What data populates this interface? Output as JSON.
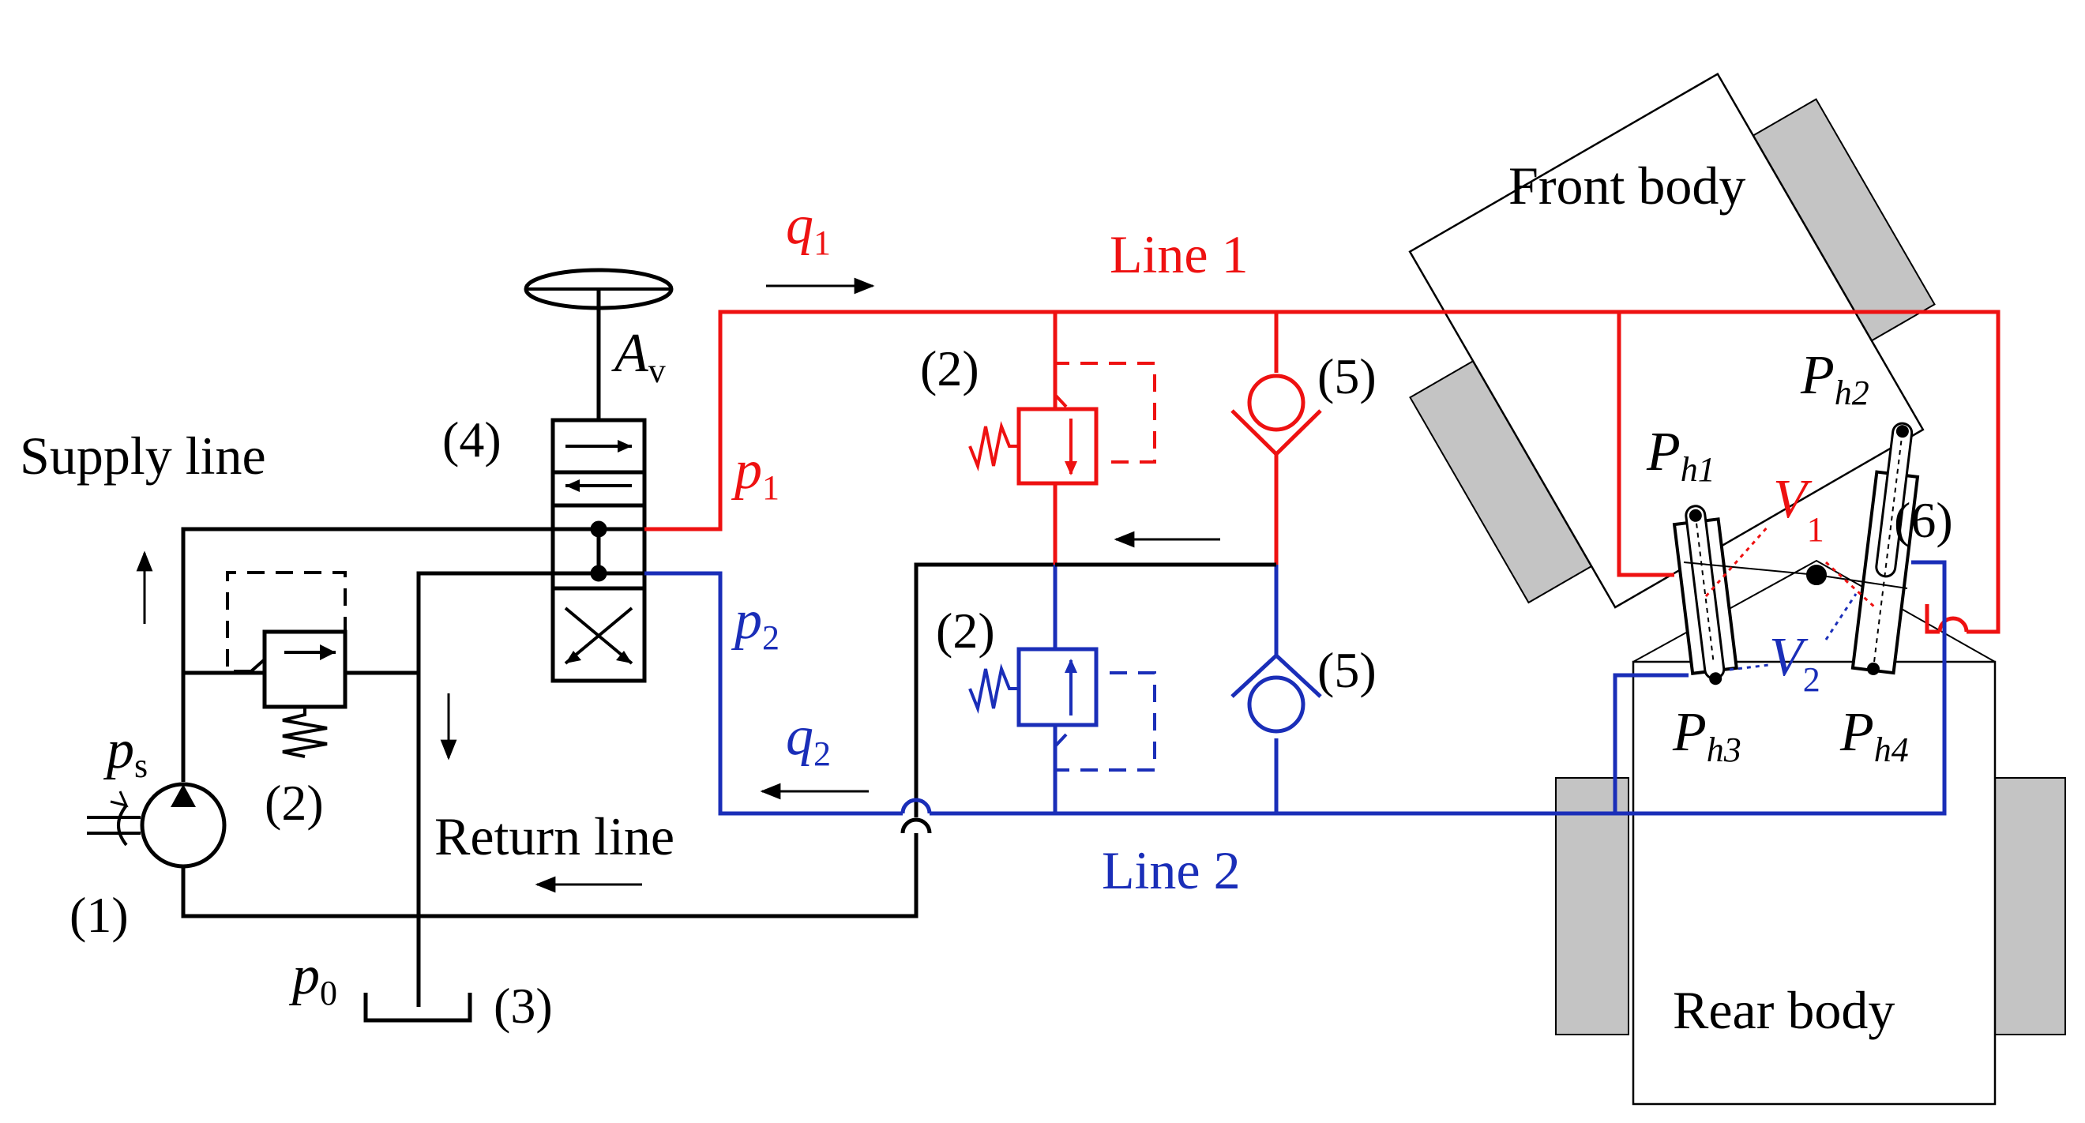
{
  "colors": {
    "line1": "#ee1111",
    "line2": "#1a2eb8",
    "neutral": "#000000",
    "wheel": "#c4c4c4"
  },
  "labels": {
    "supply_line": "Supply line",
    "return_line": "Return line",
    "line1": "Line 1",
    "line2": "Line 2",
    "front_body": "Front body",
    "rear_body": "Rear body"
  },
  "components": {
    "pump": "(1)",
    "relief_supply": "(2)",
    "relief_line1": "(2)",
    "relief_line2": "(2)",
    "tank": "(3)",
    "steering_valve": "(4)",
    "check_line1": "(5)",
    "check_line2": "(5)",
    "cylinders": "(6)"
  },
  "variables": {
    "ps": {
      "main": "p",
      "sub": "s"
    },
    "p0": {
      "main": "p",
      "sub": "0"
    },
    "p1": {
      "main": "p",
      "sub": "1"
    },
    "p2": {
      "main": "p",
      "sub": "2"
    },
    "q1": {
      "main": "q",
      "sub": "1"
    },
    "q2": {
      "main": "q",
      "sub": "2"
    },
    "av": {
      "main": "A",
      "sub": "v"
    },
    "v1": {
      "main": "V",
      "sub": "1"
    },
    "v2": {
      "main": "V",
      "sub": "2"
    },
    "ph1": {
      "main": "P",
      "sub": "h1"
    },
    "ph2": {
      "main": "P",
      "sub": "h2"
    },
    "ph3": {
      "main": "P",
      "sub": "h3"
    },
    "ph4": {
      "main": "P",
      "sub": "h4"
    }
  }
}
